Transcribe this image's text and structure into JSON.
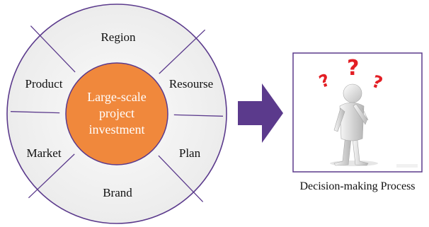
{
  "diagram": {
    "center_lines": [
      "Large-scale",
      "project",
      "investment"
    ],
    "segments": [
      "Region",
      "Resourse",
      "Plan",
      "Brand",
      "Market",
      "Product"
    ],
    "caption": "Decision-making Process",
    "colors": {
      "outline": "#5b3a8c",
      "ring_fill": "#eeeeee",
      "center_fill": "#f0883c",
      "arrow": "#5b3a8c",
      "question_marks": "#e31e24"
    },
    "icons": {
      "arrow": "right-arrow-icon",
      "thinker": "thinking-person-icon"
    }
  }
}
